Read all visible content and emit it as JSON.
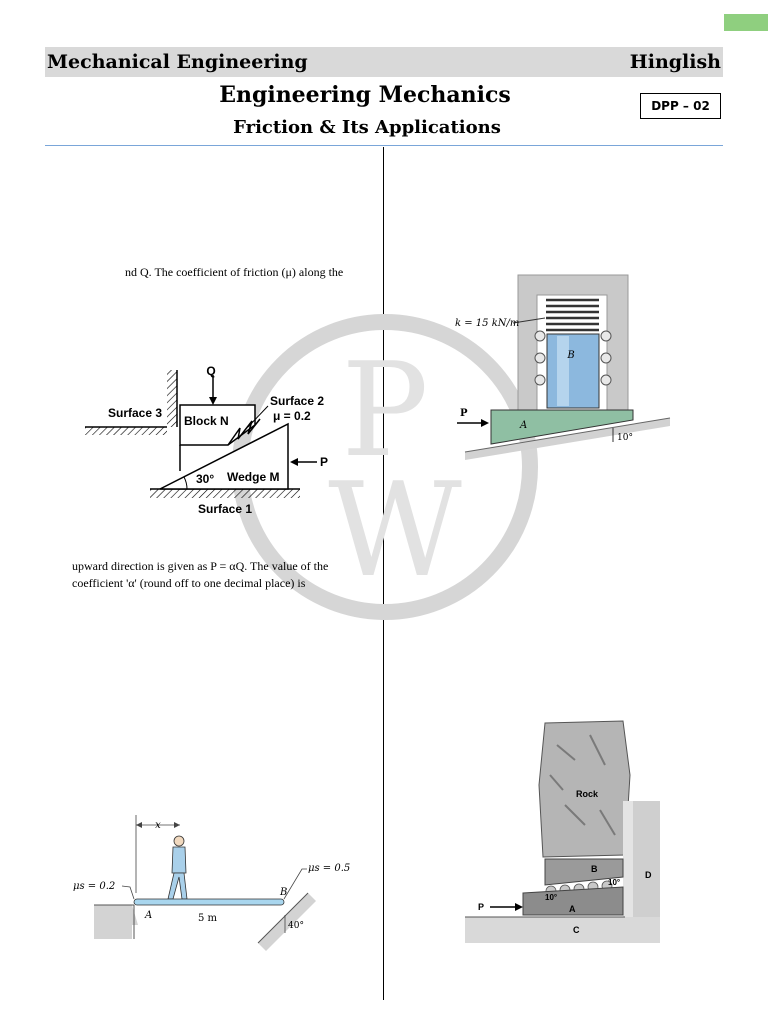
{
  "header": {
    "subject": "Mechanical Engineering",
    "language": "Hinglish",
    "title": "Engineering Mechanics",
    "subtitle": "Friction & Its Applications",
    "dpp_label": "DPP – 02"
  },
  "question_left_1": {
    "line_top": "nd Q. The coefficient of friction (μ) along the",
    "line_bottom_1": "upward direction is given as P = αQ. The value of the",
    "line_bottom_2": "coefficient 'α' (round off to one decimal place) is",
    "figure": {
      "surface3": "Surface 3",
      "block_n": "Block N",
      "surface2": "Surface 2",
      "mu": "μ = 0.2",
      "q": "Q",
      "p": "P",
      "angle": "30°",
      "wedge": "Wedge M",
      "surface1": "Surface 1"
    }
  },
  "figure_right_1": {
    "k": "k = 15 kN/m",
    "b": "B",
    "a": "A",
    "p": "P",
    "angle": "10°"
  },
  "figure_left_2": {
    "x": "x",
    "mu_a": "μs = 0.2",
    "mu_b": "μs = 0.5",
    "a": "A",
    "b": "B",
    "length": "5 m",
    "angle": "40°"
  },
  "figure_right_2": {
    "rock": "Rock",
    "b": "B",
    "d": "D",
    "a": "A",
    "c": "C",
    "p": "P",
    "angle1": "10°",
    "angle2": "10°"
  }
}
